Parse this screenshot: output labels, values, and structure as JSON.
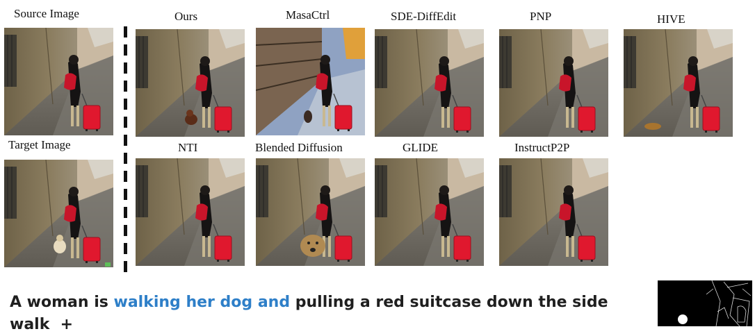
{
  "labels": {
    "source": "Source Image",
    "target": "Target Image",
    "ours": "Ours",
    "masactrl": "MasaCtrl",
    "sde": "SDE-DiffEdit",
    "pnp": "PNP",
    "hive": "HIVE",
    "nti": "NTI",
    "blended": "Blended Diffusion",
    "glide": "GLIDE",
    "instructp2p": "InstructP2P"
  },
  "caption": {
    "prefix": "A woman is ",
    "highlight": "walking her dog and",
    "rest": " pulling a red suitcase down the side walk",
    "plus": "  +"
  },
  "colors": {
    "highlight": "#2e7fc8",
    "suitcase": "#e0182e",
    "bag": "#c8152a"
  }
}
